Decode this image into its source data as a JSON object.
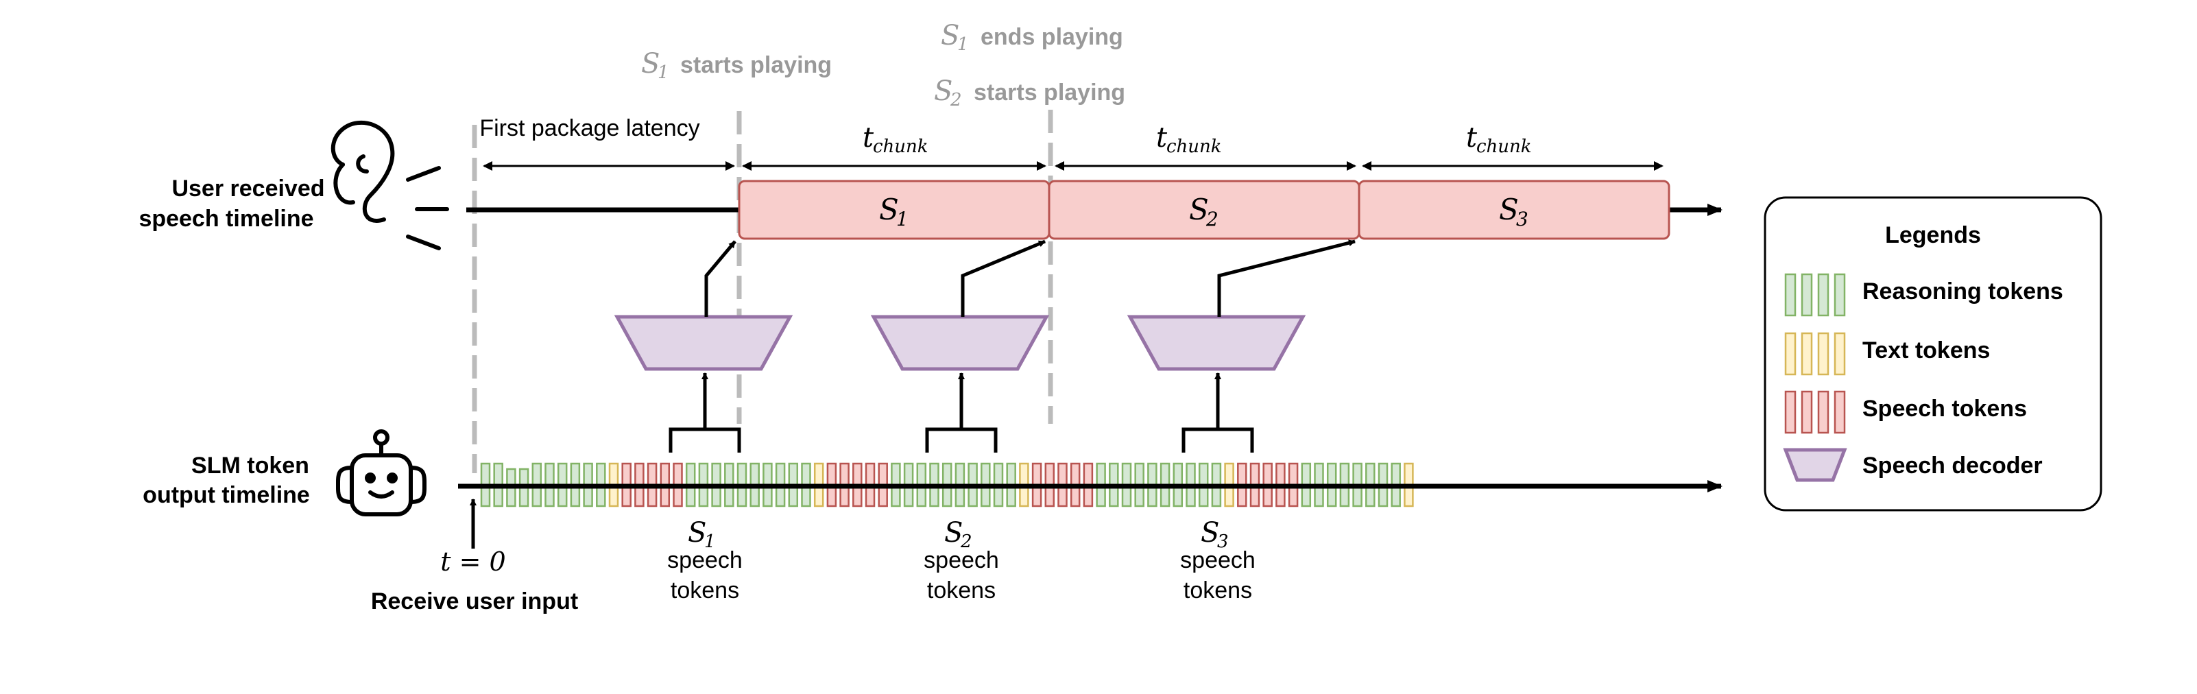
{
  "labels": {
    "user_timeline_line1": "User received",
    "user_timeline_line2": "speech timeline",
    "slm_timeline_line1": "SLM token",
    "slm_timeline_line2": "output timeline",
    "first_package_latency": "First package latency",
    "t_chunk_base": "t",
    "t_chunk_sub": "chunk",
    "t_zero": "t = 0",
    "receive_user_input": "Receive user input",
    "s1_starts_playing": "starts playing",
    "s1_ends_playing": "ends playing",
    "s2_starts_playing": "starts playing",
    "speech_word": "speech",
    "tokens_word": "tokens"
  },
  "segments": [
    {
      "base": "S",
      "sub": "1"
    },
    {
      "base": "S",
      "sub": "2"
    },
    {
      "base": "S",
      "sub": "3"
    }
  ],
  "legend": {
    "title": "Legends",
    "items": [
      {
        "label": "Reasoning tokens",
        "kind": "reasoning"
      },
      {
        "label": "Text tokens",
        "kind": "text"
      },
      {
        "label": "Speech tokens",
        "kind": "speech"
      },
      {
        "label": "Speech decoder",
        "kind": "decoder"
      }
    ]
  },
  "token_sequence": [
    {
      "kind": "reasoning",
      "count": 10
    },
    {
      "kind": "text",
      "count": 1
    },
    {
      "kind": "speech",
      "count": 5
    },
    {
      "kind": "reasoning",
      "count": 10
    },
    {
      "kind": "text",
      "count": 1
    },
    {
      "kind": "speech",
      "count": 5
    },
    {
      "kind": "reasoning",
      "count": 10
    },
    {
      "kind": "text",
      "count": 1
    },
    {
      "kind": "speech",
      "count": 5
    },
    {
      "kind": "reasoning",
      "count": 10
    },
    {
      "kind": "text",
      "count": 1
    },
    {
      "kind": "speech",
      "count": 5
    },
    {
      "kind": "reasoning",
      "count": 8
    },
    {
      "kind": "text",
      "count": 1
    }
  ],
  "colors": {
    "reasoning_fill": "#d5e8d4",
    "reasoning_stroke": "#82b366",
    "text_fill": "#fff2cc",
    "text_stroke": "#d6b656",
    "speech_fill": "#f8cecc",
    "speech_stroke": "#b85450",
    "decoder_fill": "#e1d5e7",
    "decoder_stroke": "#9673a6",
    "guide_gray": "#bbbbbb",
    "label_gray": "#999999"
  },
  "icons": {
    "user": "ear-icon",
    "model": "robot-icon"
  }
}
